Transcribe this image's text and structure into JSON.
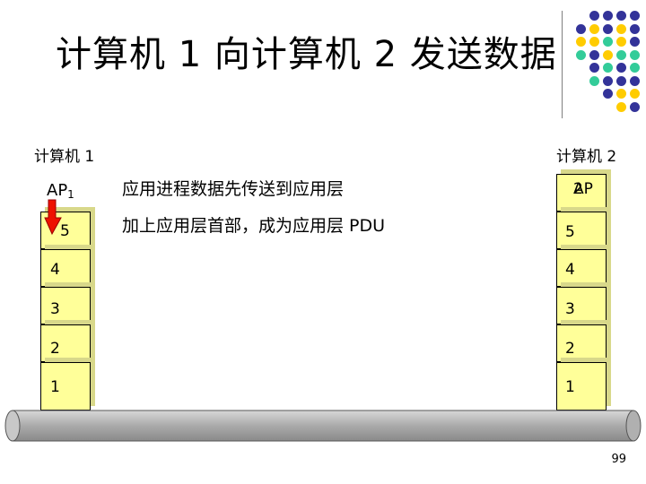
{
  "title": "计算机 1 向计算机 2 发送数据",
  "computer1": {
    "label": "计算机 1",
    "ap_main": "AP",
    "ap_sub": "1",
    "layers": [
      "5",
      "4",
      "3",
      "2",
      "1"
    ]
  },
  "computer2": {
    "label": "计算机 2",
    "ap_main": "AP",
    "ap_sub": "2",
    "layers": [
      "5",
      "4",
      "3",
      "2",
      "1"
    ]
  },
  "descriptions": [
    "应用进程数据先传送到应用层",
    "加上应用层首部，成为应用层 PDU"
  ],
  "page_number": "99",
  "colors": {
    "layer_fill": "#ffff99",
    "arrow": "#ee1100",
    "cable": "#aaaaaa",
    "dot_blue": "#333399",
    "dot_yellow": "#ffcc00",
    "dot_teal": "#33cc99"
  }
}
